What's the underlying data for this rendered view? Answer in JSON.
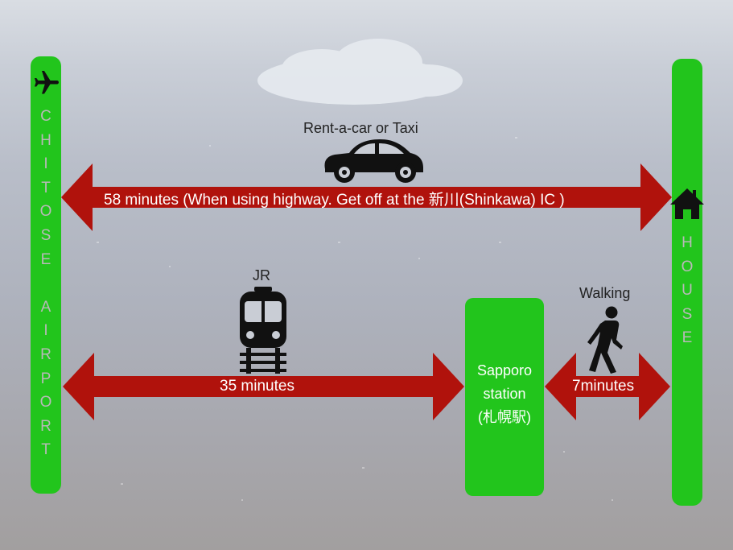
{
  "airport": {
    "label": "CHITOSE AIRPORT",
    "letters": [
      "C",
      "H",
      "I",
      "T",
      "O",
      "S",
      "E",
      "",
      "A",
      "I",
      "R",
      "P",
      "O",
      "R",
      "T"
    ]
  },
  "house": {
    "label": "HOUSE",
    "letters": [
      "H",
      "O",
      "U",
      "S",
      "E"
    ]
  },
  "car_route": {
    "mode": "Rent-a-car or Taxi",
    "duration": "58 minutes (When using highway. Get off at the 新川(Shinkawa) IC )"
  },
  "train_route": {
    "mode": "JR",
    "duration": "35 minutes"
  },
  "walk_route": {
    "mode": "Walking",
    "duration": "7minutes"
  },
  "station": {
    "line1": "Sapporo",
    "line2": "station",
    "line3": "(札幌駅)"
  },
  "colors": {
    "pillar": "#22c51c",
    "arrow": "#b0120c",
    "vertical_text": "#b9b9b9",
    "caption": "#222222"
  },
  "icons": [
    "airplane-icon",
    "house-icon",
    "car-icon",
    "train-icon",
    "walking-person-icon"
  ]
}
